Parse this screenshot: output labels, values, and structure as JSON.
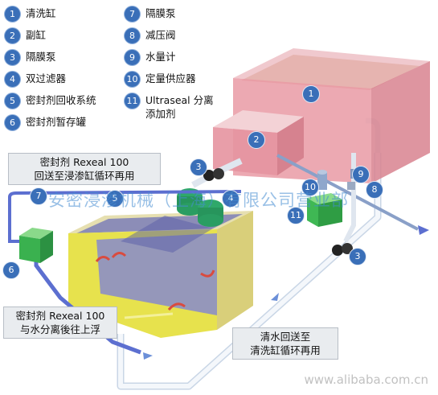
{
  "legend": [
    {
      "num": "1",
      "label": "清洗缸"
    },
    {
      "num": "2",
      "label": "副缸"
    },
    {
      "num": "3",
      "label": "隔膜泵"
    },
    {
      "num": "4",
      "label": "双过滤器"
    },
    {
      "num": "5",
      "label": "密封剂回收系统"
    },
    {
      "num": "6",
      "label": "密封剂暂存罐"
    },
    {
      "num": "7",
      "label": "隔膜泵"
    },
    {
      "num": "8",
      "label": "减压阀"
    },
    {
      "num": "9",
      "label": "水量计"
    },
    {
      "num": "10",
      "label": "定量供应器"
    },
    {
      "num": "11",
      "label": "Ultraseal 分离\n添加剂"
    }
  ],
  "callouts": {
    "recycle": "密封剂 Rexeal 100\n回送至浸渗缸循环再用",
    "separate": "密封剂  Rexeal 100\n与水分离後往上浮",
    "clean_water": "清水回送至\n清洗缸循环再用"
  },
  "markers": {
    "m1": "1",
    "m2": "2",
    "m3a": "3",
    "m3b": "3",
    "m4": "4",
    "m5": "5",
    "m6": "6",
    "m7": "7",
    "m8": "8",
    "m9": "9",
    "m10": "10",
    "m11": "11"
  },
  "watermark": "安密浸渗机械（上海）有限公司营业部",
  "footer": "www.alibaba.com.cn",
  "colors": {
    "badge": "#3a6fb8",
    "main_tank": "#e8a6ae",
    "recovery_tank": "#e0da4a",
    "pump": "#2fa86a",
    "pipe": "#5c6fd0",
    "callout_bg": "#e9ecef"
  }
}
